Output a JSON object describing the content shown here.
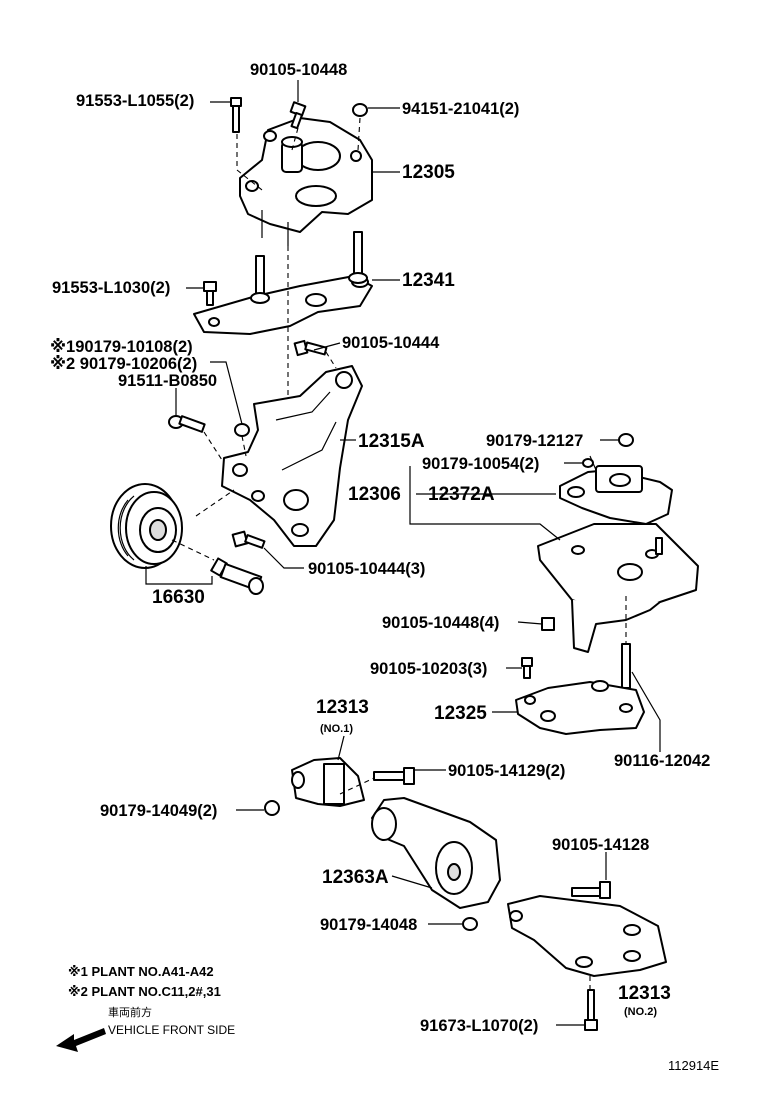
{
  "diagram_id": "112914E",
  "labels": {
    "p90105_10448_top": "90105-10448",
    "p91553_L1055": "91553-L1055(2)",
    "p94151_21041": "94151-21041(2)",
    "p12305": "12305",
    "p12341": "12341",
    "p91553_L1030": "91553-L1030(2)",
    "p90179_10108": "※190179-10108(2)",
    "p90179_10206": "※2 90179-10206(2)",
    "p91511_B0850": "91511-B0850",
    "p90105_10444": "90105-10444",
    "p12315A": "12315A",
    "p90179_12127": "90179-12127",
    "p90179_10054": "90179-10054(2)",
    "p12306": "12306",
    "p12372A": "12372A",
    "p90105_10444_3": "90105-10444(3)",
    "p16630": "16630",
    "p90105_10448_4": "90105-10448(4)",
    "p90105_10203_3": "90105-10203(3)",
    "p12325": "12325",
    "p90116_12042": "90116-12042",
    "p12313_no1": "12313",
    "p12313_no1_sub": "(NO.1)",
    "p90105_14129": "90105-14129(2)",
    "p90179_14049": "90179-14049(2)",
    "p90105_14128": "90105-14128",
    "p12363A": "12363A",
    "p90179_14048": "90179-14048",
    "p12313_no2": "12313",
    "p12313_no2_sub": "(NO.2)",
    "p91673_L1070": "91673-L1070(2)"
  },
  "notes": {
    "note1": "※1  PLANT NO.A41-A42",
    "note2": "※2  PLANT NO.C11,2#,31",
    "front_jp": "車両前方",
    "front_en": "VEHICLE FRONT SIDE"
  }
}
